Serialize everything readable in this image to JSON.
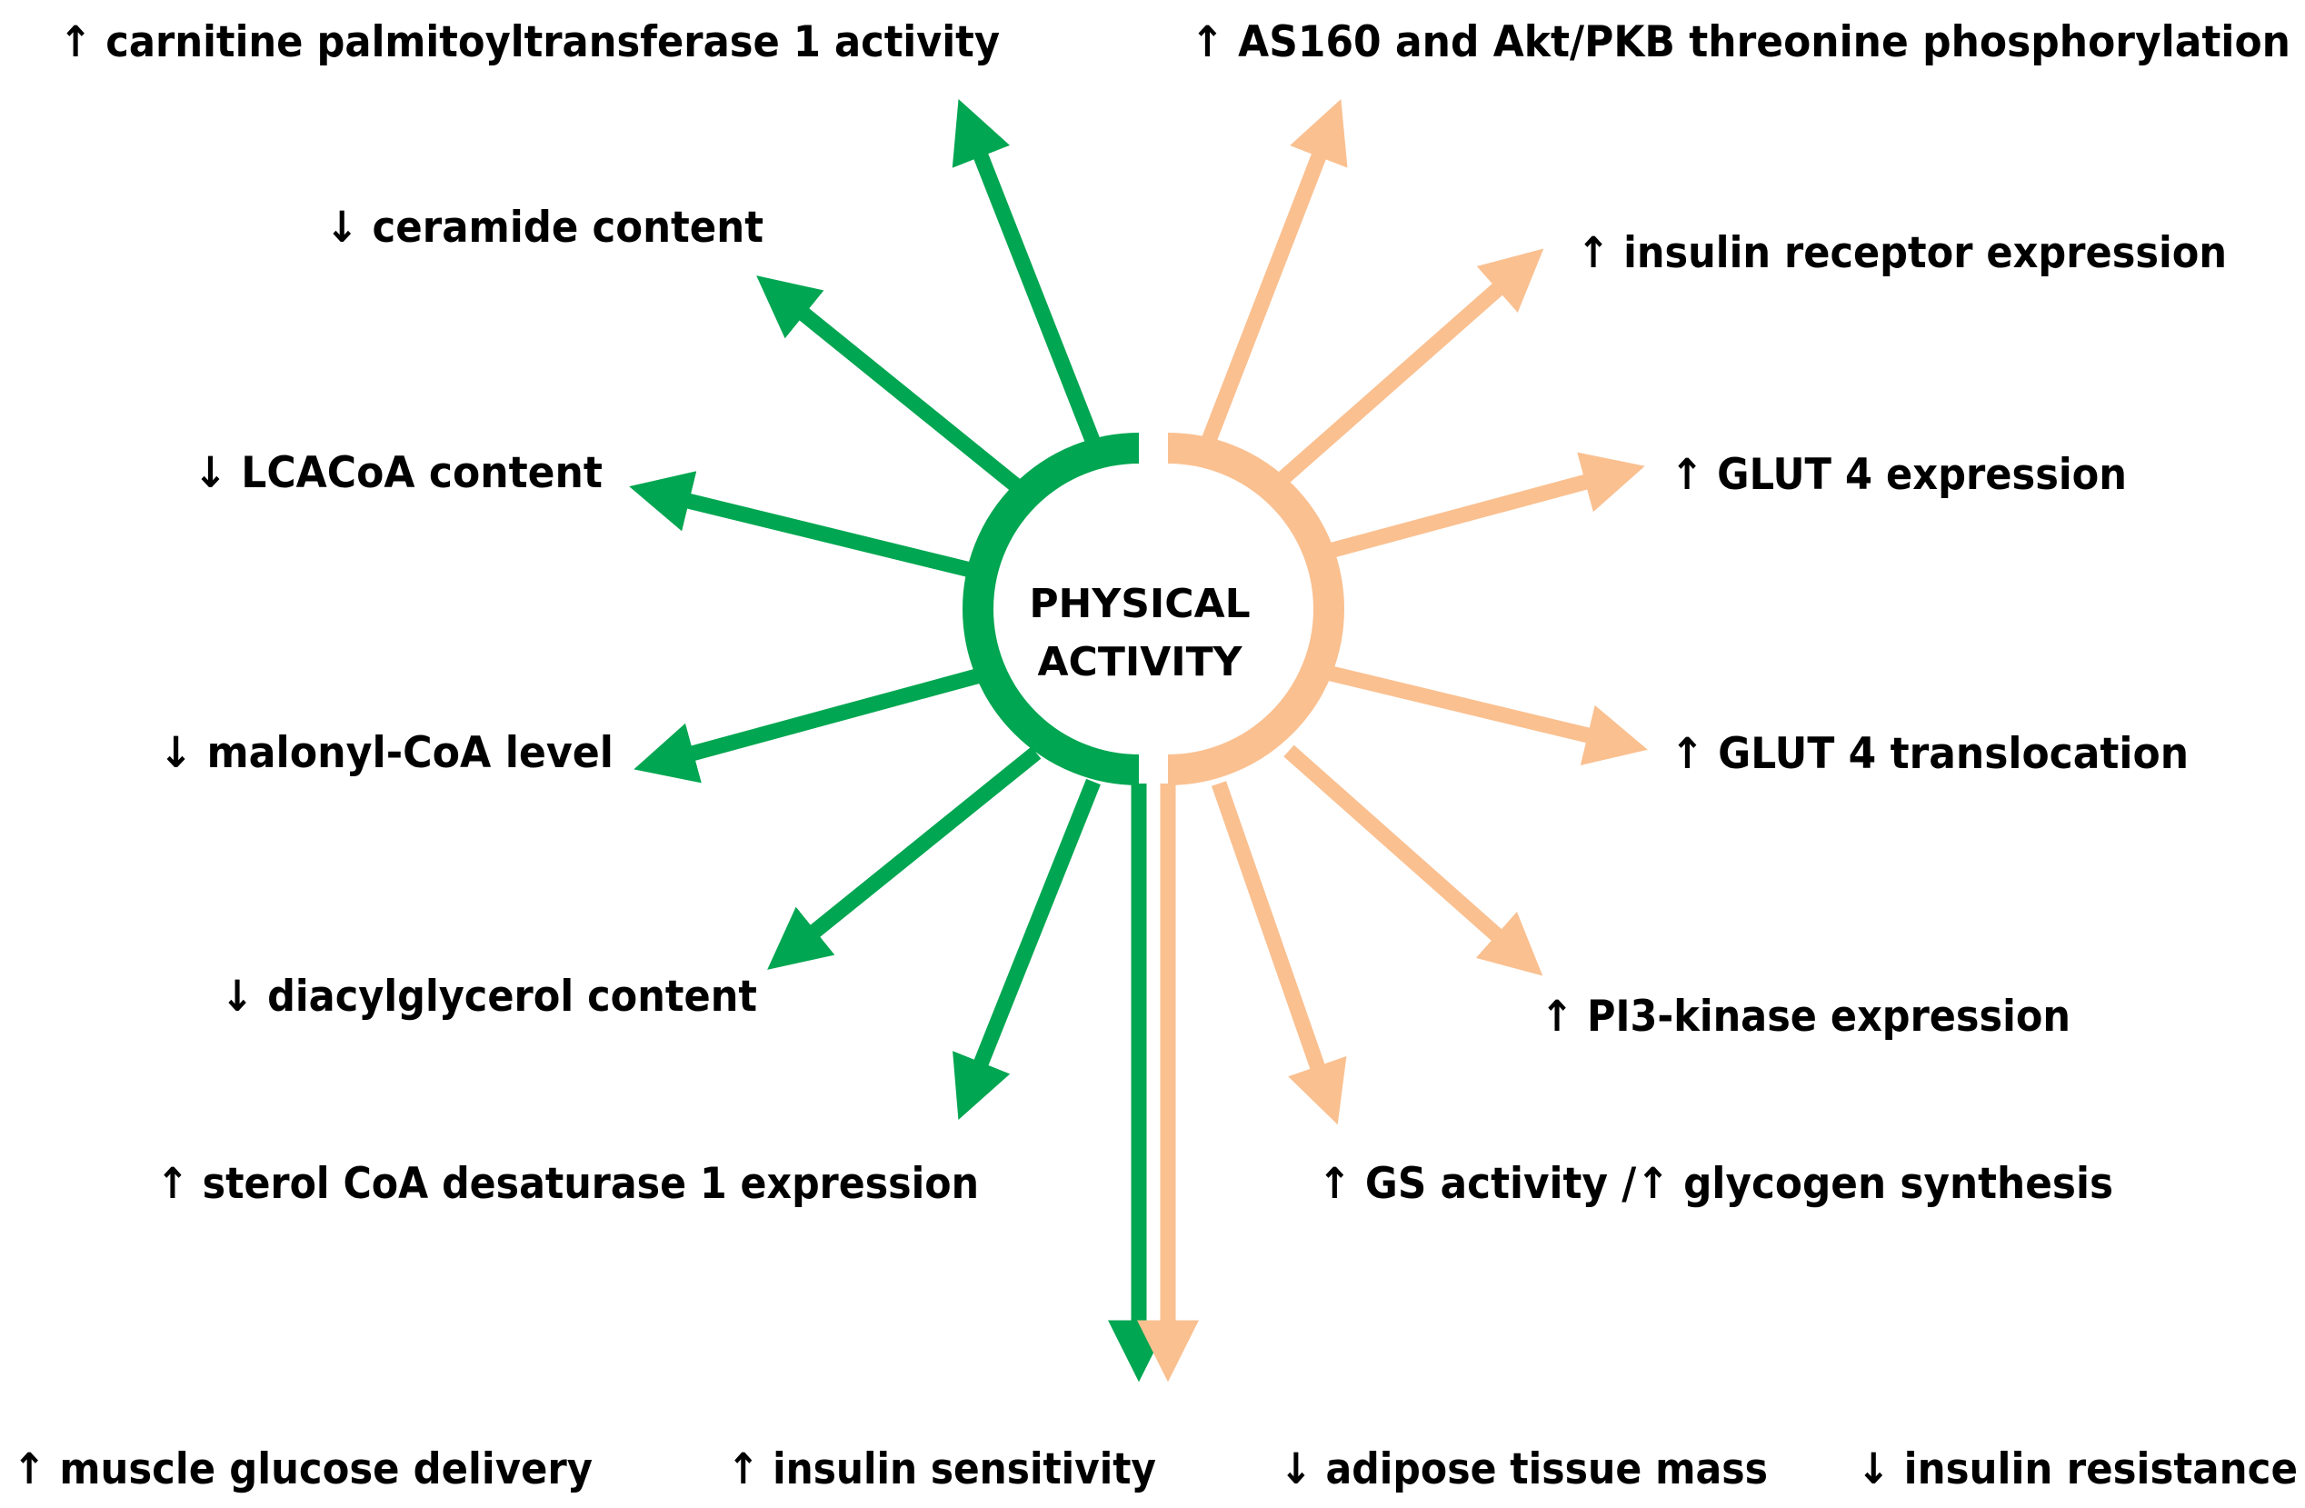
{
  "center_label": {
    "line1": "PHYSICAL",
    "line2": "ACTIVITY"
  },
  "colors": {
    "green": "#00a651",
    "peach": "#fac090"
  },
  "green_effects": {
    "cpt1": "↑ carnitine palmitoyltransferase 1 activity",
    "ceramide": "↓ ceramide content",
    "lcacoa": "↓ LCACoA content",
    "malonyl": "↓ malonyl-CoA level",
    "dag": "↓ diacylglycerol content",
    "scd1": "↑ sterol CoA desaturase 1 expression"
  },
  "peach_effects": {
    "as160": "↑ AS160 and Akt/PKB threonine phosphorylation",
    "insulin_receptor": "↑ insulin receptor expression",
    "glut4_expression": "↑ GLUT 4 expression",
    "glut4_translocation": "↑ GLUT 4 translocation",
    "pi3k": "↑ PI3-kinase expression",
    "gs_activity": "↑ GS activity /↑ glycogen synthesis"
  },
  "outcomes": {
    "muscle_glucose": "↑ muscle glucose delivery",
    "insulin_sensitivity": "↑ insulin sensitivity",
    "adipose_mass": "↓ adipose tissue mass",
    "insulin_resistance": "↓ insulin resistance"
  }
}
